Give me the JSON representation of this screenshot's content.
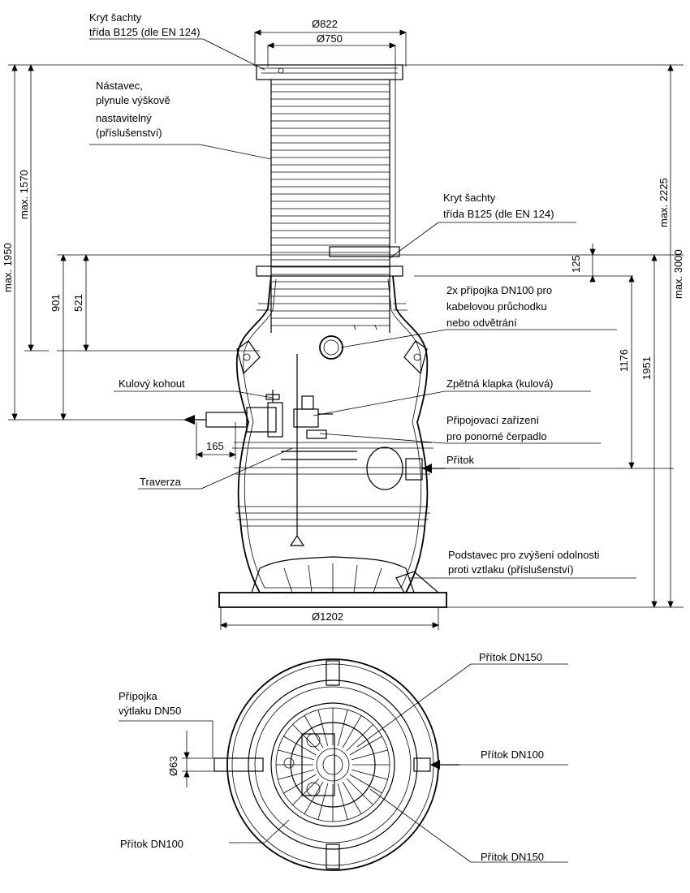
{
  "labels": {
    "cover_top_line1": "Kryt šachty",
    "cover_top_line2": "třída B125 (dle EN 124)",
    "extension_line1": "Nástavec,",
    "extension_line2": "plynule výškově",
    "extension_line3": "nastavitelný",
    "extension_line4": "(příslušenství)",
    "cover_mid_line1": "Kryt šachty",
    "cover_mid_line2": "třída B125 (dle EN 124)",
    "connection_line1": "2x přípojka DN100 pro",
    "connection_line2": "kabelovou průchodku",
    "connection_line3": "nebo odvětrání",
    "ball_valve": "Kulový kohout",
    "check_valve": "Zpětná klapka (kulová)",
    "coupling_line1": "Připojovací zařízení",
    "coupling_line2": "pro ponorné čerpadlo",
    "inflow": "Přítok",
    "traverse": "Traverza",
    "base_line1": "Podstavec pro zvýšení odolnosti",
    "base_line2": "proti vztlaku (příslušenství)",
    "plan_inflow_dn150_top": "Přítok DN150",
    "plan_pressure_line1": "Přípojka",
    "plan_pressure_line2": "výtlaku DN50",
    "plan_inflow_dn100_right": "Přítok DN100",
    "plan_inflow_dn100_left": "Přítok DN100",
    "plan_inflow_dn150_bottom": "Přítok DN150"
  },
  "dimensions": {
    "d822": "Ø822",
    "d750": "Ø750",
    "d1202": "Ø1202",
    "d63": "Ø63",
    "max1950": "max. 1950",
    "max1570": "max. 1570",
    "d901": "901",
    "d521": "521",
    "d125": "125",
    "d1176": "1176",
    "d1951": "1951",
    "max2225": "max. 2225",
    "max3000": "max. 3000",
    "d165": "165"
  },
  "colors": {
    "line": "#000000",
    "background": "#ffffff"
  }
}
